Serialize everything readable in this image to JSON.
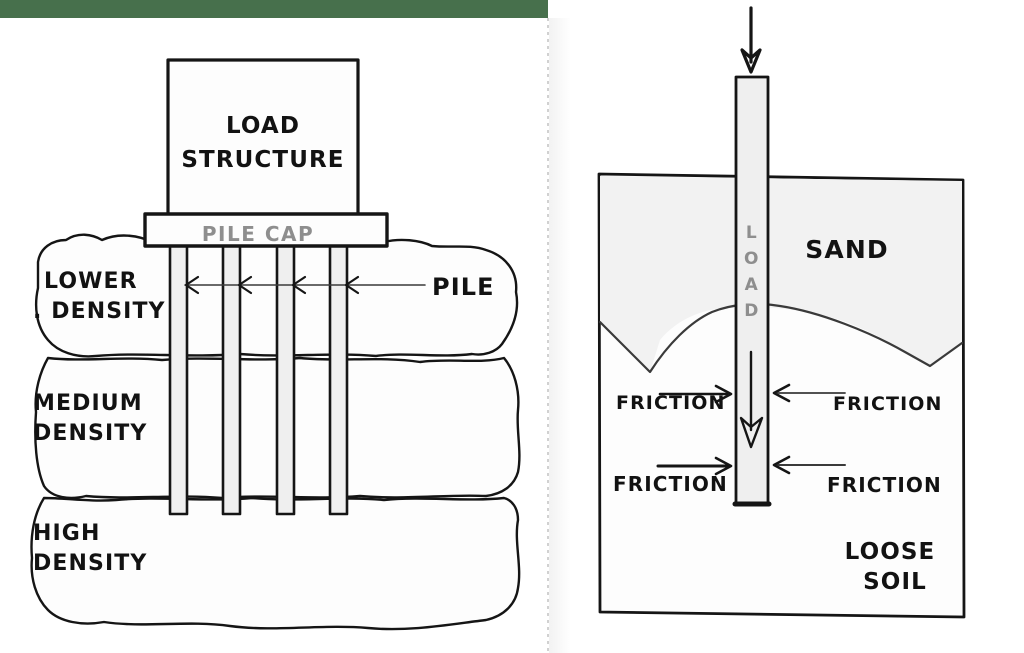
{
  "page": {
    "background_color": "#ffffff",
    "accent_bar_color": "#47704c",
    "ink_color": "#151515"
  },
  "left_diagram": {
    "name": "pile-group-in-layered-soil",
    "load_structure_label_line1": "LOAD",
    "load_structure_label_line2": "STRUCTURE",
    "pile_cap_label": "PILE CAP",
    "pile_label": "PILE",
    "soil_layers": [
      {
        "label_line1": "LOWER",
        "label_line2": ". DENSITY",
        "name": "lower-density-layer"
      },
      {
        "label_line1": "MEDIUM",
        "label_line2": "DENSITY",
        "name": "medium-density-layer"
      },
      {
        "label_line1": "HIGH",
        "label_line2": "DENSITY",
        "name": "high-density-layer"
      }
    ],
    "pile_count": 4
  },
  "right_diagram": {
    "name": "single-pile-friction-in-sand-over-loose-soil",
    "load_arrow_label": "LOAD",
    "sand_label": "SAND",
    "loose_soil_label_line1": "LOOSE",
    "loose_soil_label_line2": "SOIL",
    "friction_labels": [
      {
        "text": "FRICTION",
        "side": "left",
        "row": "upper"
      },
      {
        "text": "FRICTION",
        "side": "right",
        "row": "upper"
      },
      {
        "text": "FRICTION",
        "side": "left",
        "row": "lower"
      },
      {
        "text": "FRICTION",
        "side": "right",
        "row": "lower"
      }
    ],
    "friction_arrow_count": 4
  }
}
